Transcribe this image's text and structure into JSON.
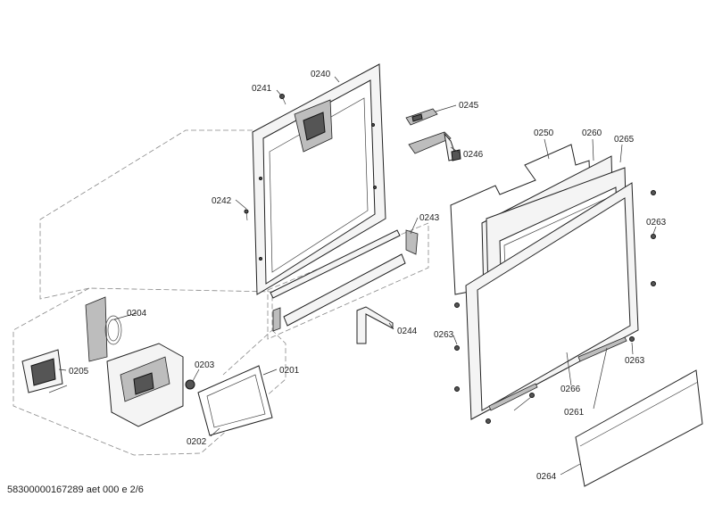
{
  "footer_text": "58300000167289 aet 000 e 2/6",
  "parts": {
    "p0240": "0240",
    "p0241": "0241",
    "p0242": "0242",
    "p0243": "0243",
    "p0244": "0244",
    "p0245": "0245",
    "p0246": "0246",
    "p0250": "0250",
    "p0260": "0260",
    "p0265": "0265",
    "p0263a": "0263",
    "p0263b": "0263",
    "p0263c": "0263",
    "p0266": "0266",
    "p0261": "0261",
    "p0264": "0264",
    "p0201": "0201",
    "p0202": "0202",
    "p0203": "0203",
    "p0204": "0204",
    "p0205": "0205"
  }
}
